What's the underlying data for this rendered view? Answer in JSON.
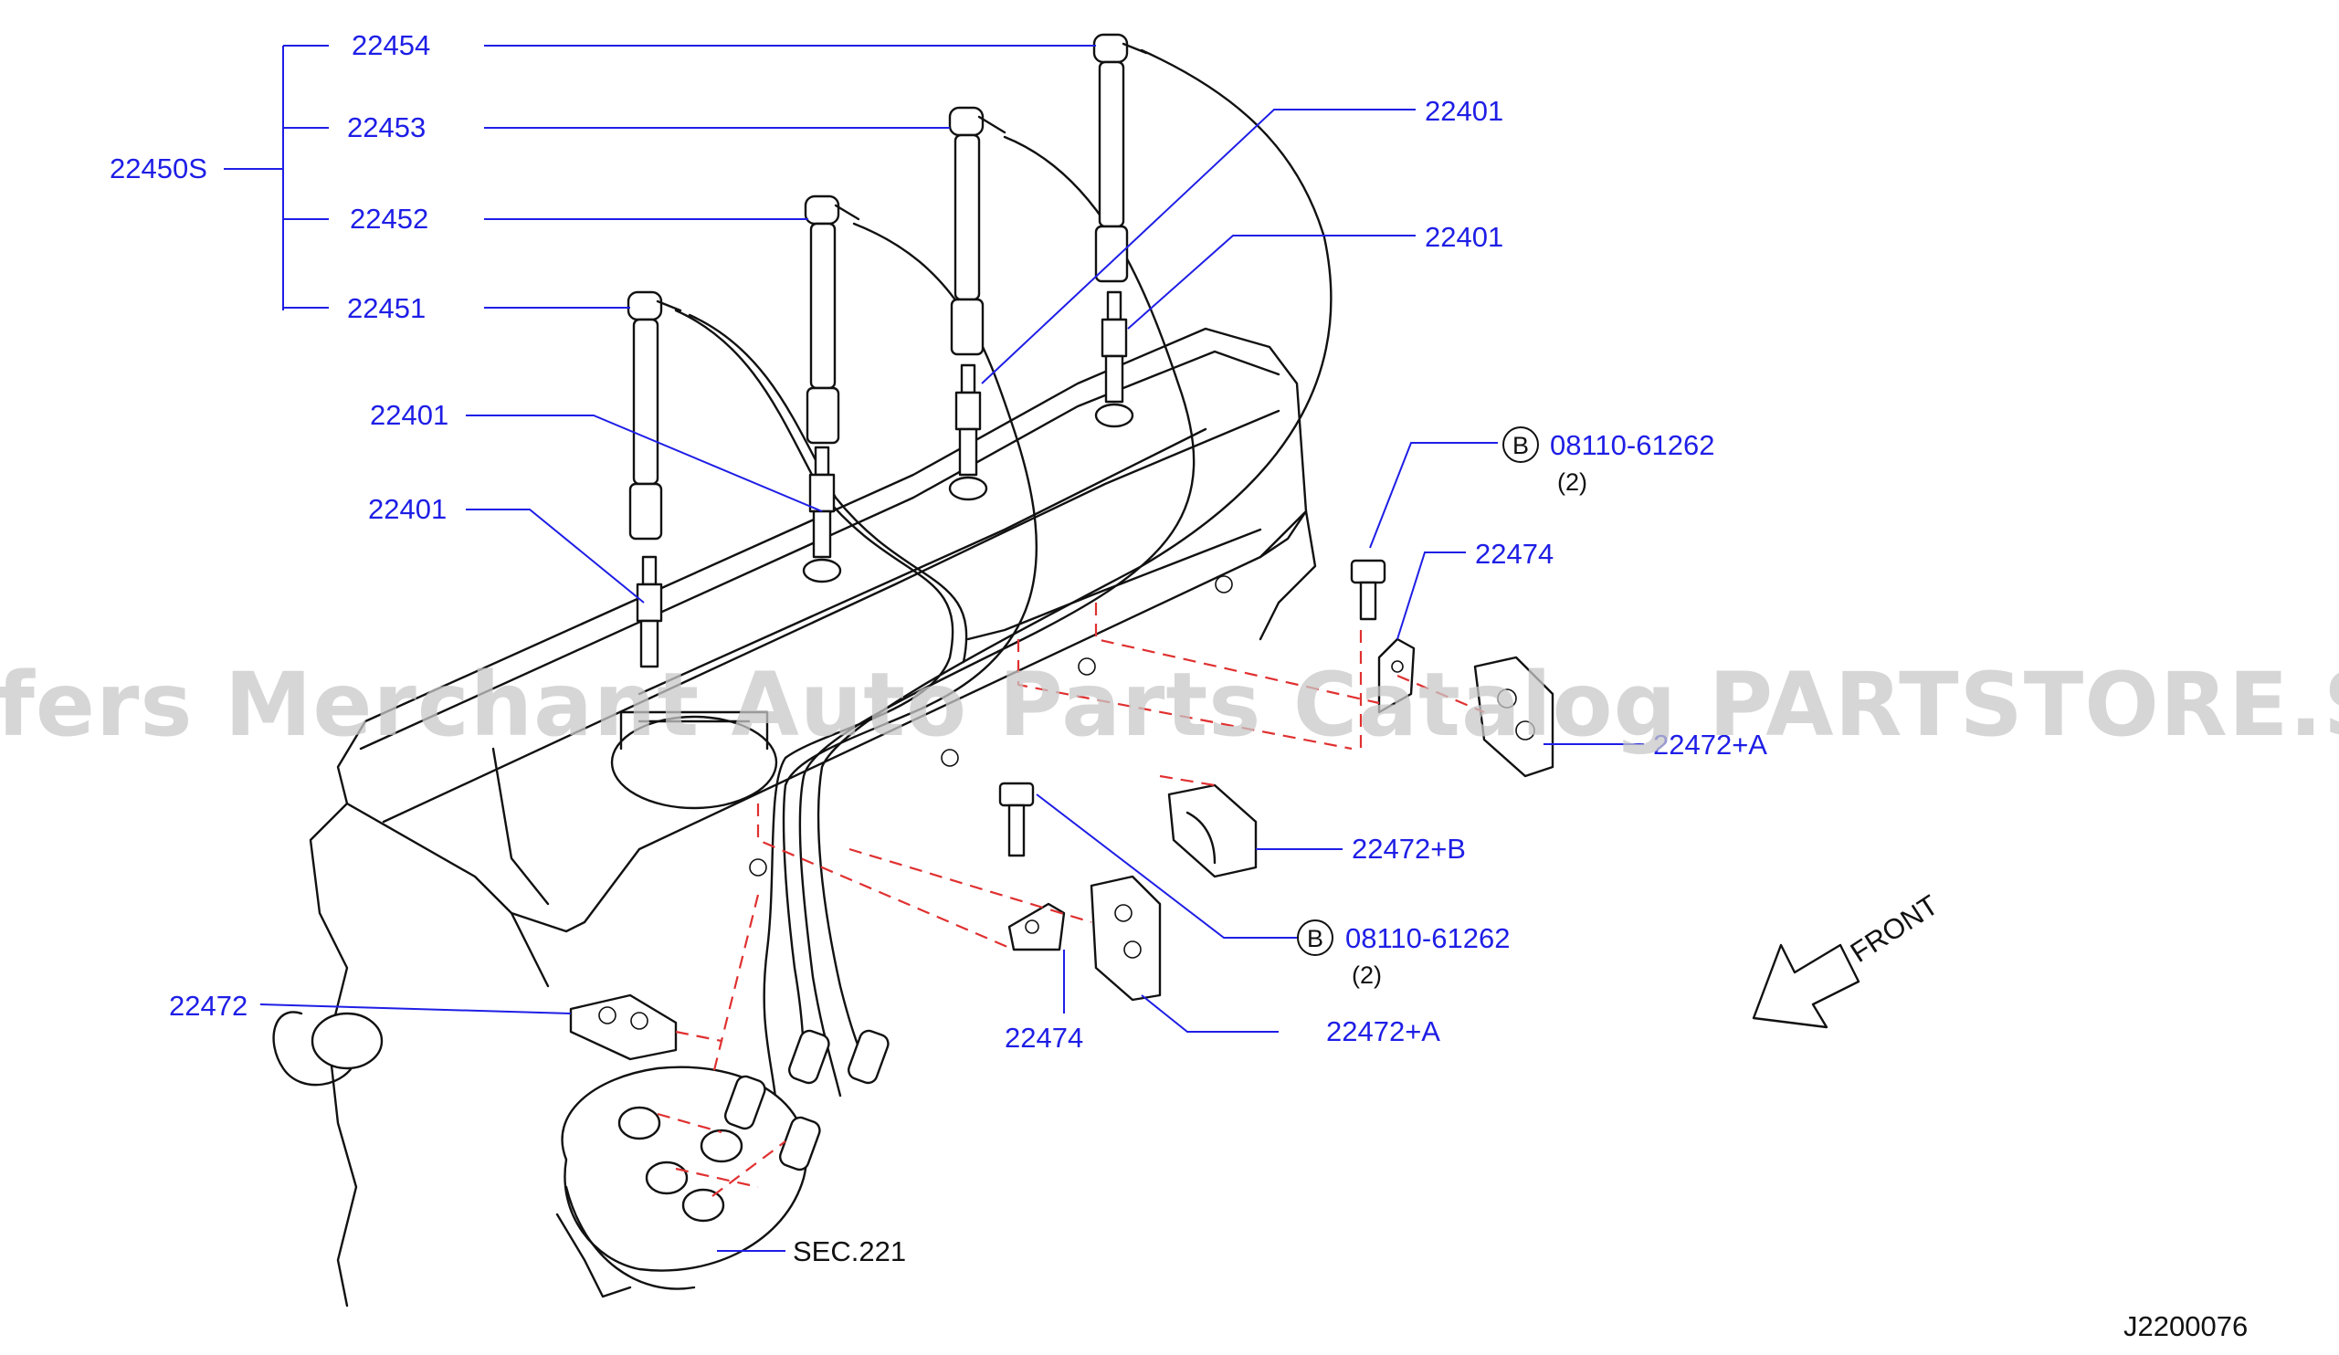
{
  "labels": {
    "assembly": "22450S",
    "wire_4": "22454",
    "wire_3": "22453",
    "wire_2": "22452",
    "wire_1": "22451",
    "plug_a": "22401",
    "plug_b": "22401",
    "plug_c": "22401",
    "plug_d": "22401",
    "bolt_upper": "08110-61262",
    "bolt_upper_qty": "(2)",
    "bolt_lower": "08110-61262",
    "bolt_lower_qty": "(2)",
    "bolt_ref": "B",
    "bracket_upper": "22474",
    "bracket_lower": "22474",
    "clamp_a_upper": "22472+A",
    "clamp_b": "22472+B",
    "clamp_a_lower": "22472+A",
    "clamp": "22472",
    "distributor": "SEC.221",
    "front": "FRONT",
    "diagram_id": "J2200076"
  },
  "watermark": "Offers Merchant Auto Parts Catalog PARTSTORE.SA",
  "colors": {
    "label": "#1e1ee6",
    "line": "#111111",
    "dashed": "#e03030",
    "watermark": "#c8c8c8"
  }
}
